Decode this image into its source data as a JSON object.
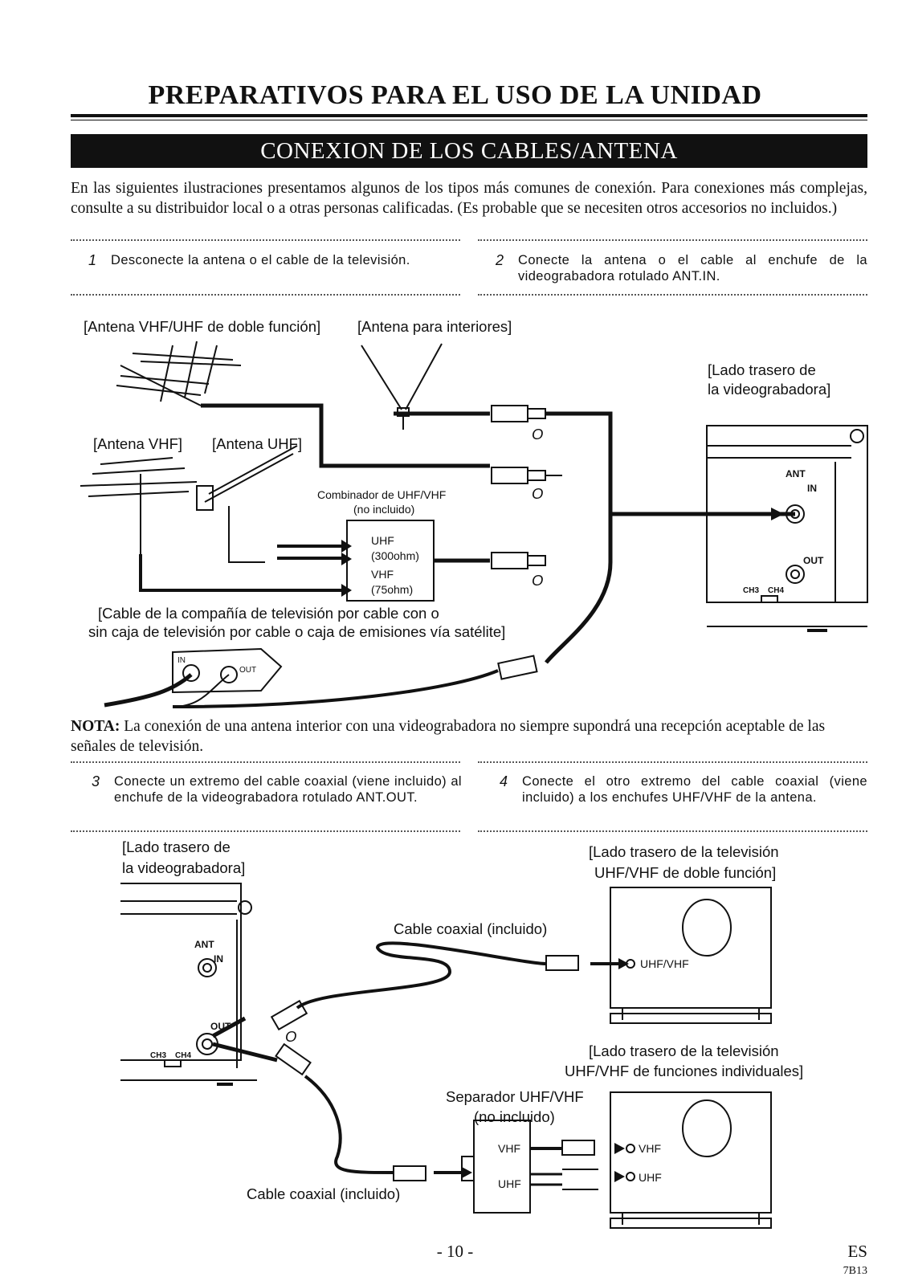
{
  "header": {
    "title": "PREPARATIVOS PARA EL USO DE LA UNIDAD",
    "banner": "CONEXION DE LOS CABLES/ANTENA"
  },
  "intro": "En las siguientes ilustraciones presentamos algunos de los tipos más comunes de conexión. Para conexiones más complejas, consulte a su distribuidor local o a otras personas calificadas. (Es probable que se necesiten otros accesorios no incluidos.)",
  "steps": [
    {
      "num": "1",
      "text": "Desconecte la antena o el cable de la televisión."
    },
    {
      "num": "2",
      "text": "Conecte la antena o el cable al enchufe de la videograbadora rotulado ANT.IN."
    },
    {
      "num": "3",
      "text": "Conecte un extremo del cable coaxial (viene incluido) al enchufe de la videograbadora rotulado ANT.OUT."
    },
    {
      "num": "4",
      "text": "Conecte el otro extremo del cable coaxial (viene incluido) a los enchufes UHF/VHF de la antena."
    }
  ],
  "diagram1": {
    "dual_antenna": "[Antena VHF/UHF de doble función]",
    "indoor_antenna": "[Antena para interiores]",
    "vhf_antenna": "[Antena VHF]",
    "uhf_antenna": "[Antena UHF]",
    "vcr_rear_line1": "[Lado trasero de",
    "vcr_rear_line2": "la videograbadora]",
    "combiner_line1": "Combinador de UHF/VHF",
    "combiner_line2": "(no incluido)",
    "uhf": "UHF",
    "ohm300": "(300ohm)",
    "vhf": "VHF",
    "ohm75": "(75ohm)",
    "or": "O",
    "ant": "ANT",
    "in": "IN",
    "out": "OUT",
    "ch3": "CH3",
    "ch4": "CH4",
    "box_in": "IN",
    "box_out": "OUT",
    "cable_line1": "[Cable de la compañía de televisión por cable con o",
    "cable_line2": "sin caja de televisión por cable o caja de emisiones vía satélite]"
  },
  "note": {
    "label": "NOTA:",
    "text": "La conexión de una antena interior con una videograbadora no siempre supondrá una recepción aceptable de las señales de televisión."
  },
  "diagram2": {
    "vcr_rear_line1": "[Lado trasero de",
    "vcr_rear_line2": "la videograbadora]",
    "tv_dual_line1": "[Lado trasero de la televisión",
    "tv_dual_line2": "UHF/VHF de doble función]",
    "coax_top": "Cable coaxial (incluido)",
    "uhf_vhf": "UHF/VHF",
    "or": "O",
    "tv_separate_line1": "[Lado trasero de la televisión",
    "tv_separate_line2": "UHF/VHF de funciones individuales]",
    "splitter_line1": "Separador UHF/VHF",
    "splitter_line2": "(no incluido)",
    "coax_bottom": "Cable coaxial (incluido)",
    "vhf": "VHF",
    "uhf": "UHF",
    "ant": "ANT",
    "in": "IN",
    "out": "OUT",
    "ch3": "CH3",
    "ch4": "CH4"
  },
  "footer": {
    "page": "- 10 -",
    "lang": "ES",
    "code": "7B13"
  }
}
